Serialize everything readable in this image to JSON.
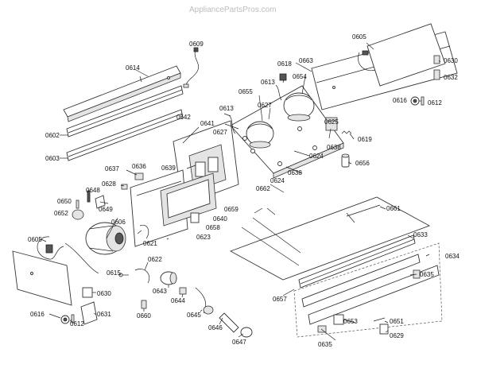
{
  "watermark": "AppliancePartsPros.com",
  "labels": {
    "p0602": "0602",
    "p0603": "0603",
    "p0605": "0605",
    "p0606": "0606",
    "p0609": "0609",
    "p0612": "0612",
    "p0613": "0613",
    "p0614": "0614",
    "p0615": "0615",
    "p0616": "0616",
    "p0618": "0618",
    "p0619": "0619",
    "p0621": "0621",
    "p0622": "0622",
    "p0623": "0623",
    "p0624": "0624",
    "p0625": "0625",
    "p0627": "0627",
    "p0628": "0628",
    "p0629": "0629",
    "p0630": "0630",
    "p0631": "0631",
    "p0632": "0632",
    "p0633": "0633",
    "p0634": "0634",
    "p0635": "0635",
    "p0636": "0636",
    "p0637": "0637",
    "p0638": "0638",
    "p0639": "0639",
    "p0640": "0640",
    "p0641": "0641",
    "p0642": "0642",
    "p0643": "0643",
    "p0644": "0644",
    "p0645": "0645",
    "p0646": "0646",
    "p0647": "0647",
    "p0648": "0648",
    "p0649": "0649",
    "p0650": "0650",
    "p0651": "0651",
    "p0652": "0652",
    "p0653": "0653",
    "p0654": "0654",
    "p0655": "0655",
    "p0656": "0656",
    "p0657": "0657",
    "p0658": "0658",
    "p0659": "0659",
    "p0660": "0660",
    "p0661": "0661",
    "p0662": "0662",
    "p0663": "0663"
  }
}
